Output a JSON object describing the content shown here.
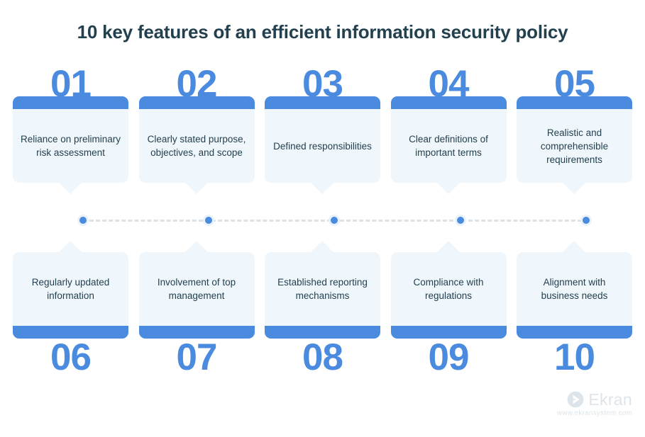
{
  "header": {
    "title": "10 key features of an efficient information security policy"
  },
  "colors": {
    "accent_blue": "#4A8BE0",
    "card_body": "#F0F7FC",
    "text_dark": "#23404F",
    "dash_gray": "#DDE2E6",
    "node_halo": "#E8F2FB",
    "logo_gray": "#DEE5EA",
    "background": "#FFFFFF"
  },
  "top_row": [
    {
      "number": "01",
      "label": "Reliance on preliminary risk assessment"
    },
    {
      "number": "02",
      "label": "Clearly stated purpose, objectives, and scope"
    },
    {
      "number": "03",
      "label": "Defined responsibilities"
    },
    {
      "number": "04",
      "label": "Clear definitions of important terms"
    },
    {
      "number": "05",
      "label": "Realistic and comprehensible requirements"
    }
  ],
  "bottom_row": [
    {
      "number": "06",
      "label": "Regularly updated information"
    },
    {
      "number": "07",
      "label": "Involvement of top management"
    },
    {
      "number": "08",
      "label": "Established reporting mechanisms"
    },
    {
      "number": "09",
      "label": "Compliance with regulations"
    },
    {
      "number": "10",
      "label": "Alignment with business needs"
    }
  ],
  "connector": {
    "node_count": 5,
    "style": "dashed"
  },
  "logo": {
    "name": "Ekran",
    "url": "www.ekransystem.com",
    "mark": "circle-chevron-right-icon"
  }
}
